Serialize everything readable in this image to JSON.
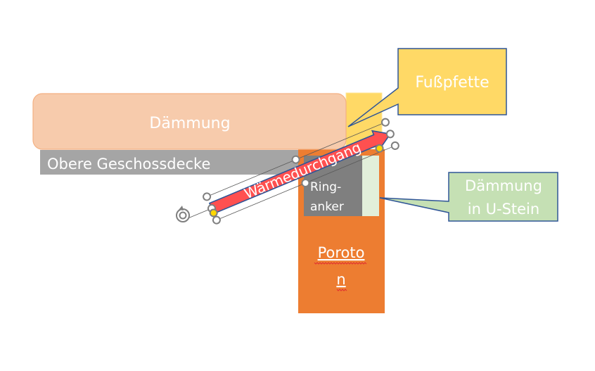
{
  "diagram": {
    "title": "Wärmedurchgang an der Fußpfette",
    "shapes": {
      "insulation_top": {
        "label": "Dämmung",
        "fill": "#F7CBAC",
        "stroke": "#F4B183"
      },
      "ceiling_slab": {
        "label": "Obere Geschossdecke",
        "fill": "#A5A5A5"
      },
      "purlin": {
        "fill": "#FFD966",
        "stroke": "#FFE699"
      },
      "wall": {
        "label_line1": "Poroto",
        "label_line2": "n",
        "fill": "#ED7D31",
        "spellcheck_flag": true
      },
      "ring_beam": {
        "label_line1": "Ring-",
        "label_line2": "anker",
        "fill": "#7F7F7F"
      },
      "u_stone_insulation": {
        "fill": "#E2EFDA"
      }
    },
    "callouts": {
      "purlin": {
        "label": "Fußpfette",
        "fill": "#FFD966",
        "stroke": "#2F5597"
      },
      "u_stone": {
        "label_line1": "Dämmung",
        "label_line2": "in U-Stein",
        "fill": "#C5E0B4",
        "stroke": "#2F5597"
      }
    },
    "arrow": {
      "label": "Wärmedurchgang",
      "fill": "#FF5050",
      "outline": "#2F5597",
      "selected": true
    },
    "selection": {
      "handle_fill": "#FFFFFF",
      "handle_stroke": "#7F7F7F",
      "adjust_handle_fill": "#FFD700",
      "rotate_icon": "rotate-icon"
    }
  }
}
